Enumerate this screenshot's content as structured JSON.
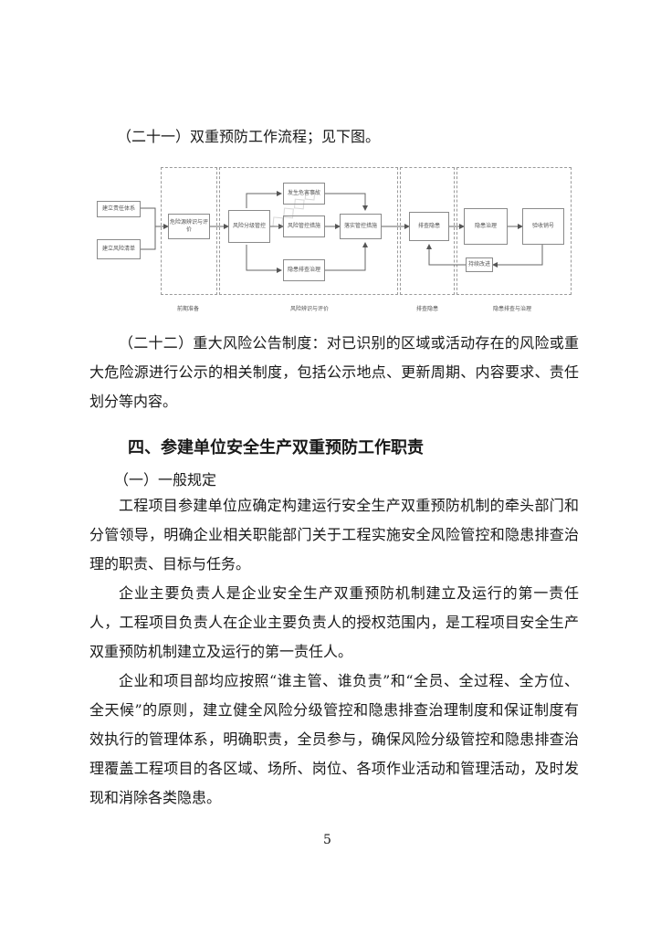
{
  "section21": {
    "text": "（二十一）双重预防工作流程；见下图。"
  },
  "flowchart": {
    "boxes": {
      "a": "建立责任体系",
      "b": "建立风险清单",
      "c": "危险源辨识与评价",
      "d": "风险分级管控",
      "e": "发生危害事故",
      "f": "风险管控措施",
      "g": "隐患排查治理",
      "h": "落实管控措施",
      "i": "排查隐患",
      "j": "隐患治理",
      "k": "验收销号",
      "l": "持续改进"
    },
    "stages": {
      "s1": "前期准备",
      "s2": "风险辨识与评价",
      "s3": "排查隐患",
      "s4": "隐患排查与治理"
    }
  },
  "section22": {
    "text": "（二十二）重大风险公告制度：对已识别的区域或活动存在的风险或重大危险源进行公示的相关制度，包括公示地点、更新周期、内容要求、责任划分等内容。"
  },
  "heading4": {
    "text": "四、参建单位安全生产双重预防工作职责"
  },
  "sub1": {
    "text": "（一）一般规定"
  },
  "p1": {
    "text": "工程项目参建单位应确定构建运行安全生产双重预防机制的牵头部门和分管领导，明确企业相关职能部门关于工程实施安全风险管控和隐患排查治理的职责、目标与任务。"
  },
  "p2": {
    "text": "企业主要负责人是企业安全生产双重预防机制建立及运行的第一责任人，工程项目负责人在企业主要负责人的授权范围内，是工程项目安全生产双重预防机制建立及运行的第一责任人。"
  },
  "p3": {
    "text": "企业和项目部均应按照“谁主管、谁负责”和“全员、全过程、全方位、全天候”的原则，建立健全风险分级管控和隐患排查治理制度和保证制度有效执行的管理体系，明确职责，全员参与，确保风险分级管控和隐患排查治理覆盖工程项目的各区域、场所、岗位、各项作业活动和管理活动，及时发现和消除各类隐患。"
  },
  "page": {
    "number": "5"
  },
  "colors": {
    "text": "#1a1a1a",
    "box_border": "#8a8a8a",
    "dash": "#9a9a9a"
  }
}
